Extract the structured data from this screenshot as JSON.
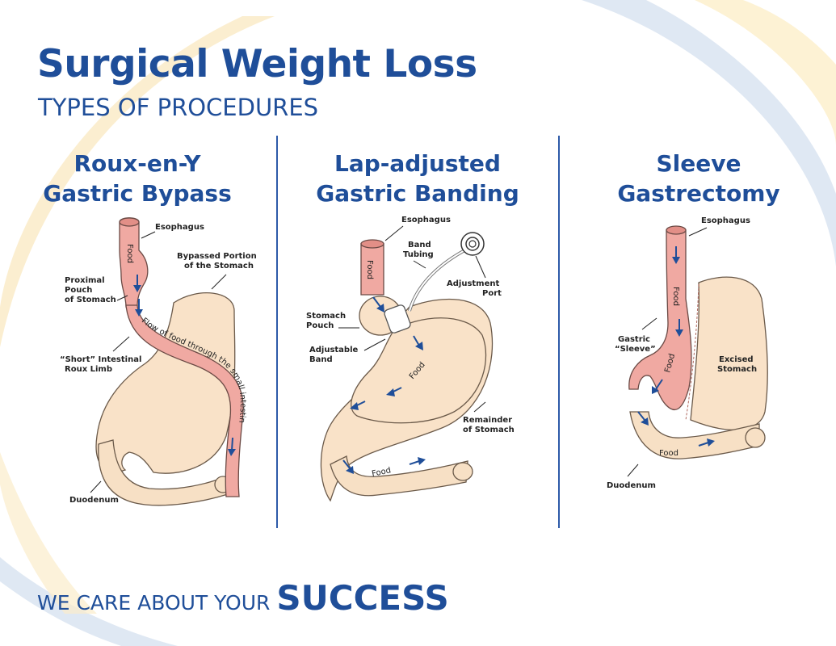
{
  "header": {
    "title": "Surgical Weight Loss",
    "subtitle": "TYPES OF PROCEDURES"
  },
  "colors": {
    "brand_blue": "#1f4e99",
    "tissue": "#f9e2c8",
    "bypass_tube": "#f0a9a2"
  },
  "panels": [
    {
      "title": "Roux-en-Y\nGastric Bypass",
      "labels": {
        "esophagus": "Esophagus",
        "bypassed_1": "Bypassed Portion",
        "bypassed_2": "of the Stomach",
        "pouch_1": "Proximal",
        "pouch_2": "Pouch",
        "pouch_3": "of Stomach",
        "roux_1": "“Short” Intestinal",
        "roux_2": "Roux Limb",
        "duodenum": "Duodenum",
        "food": "Food",
        "flow": "Flow of food through the small intestine"
      }
    },
    {
      "title": "Lap-adjusted\nGastric Banding",
      "labels": {
        "esophagus": "Esophagus",
        "tubing_1": "Band",
        "tubing_2": "Tubing",
        "port_1": "Adjustment",
        "port_2": "Port",
        "pouch_1": "Stomach",
        "pouch_2": "Pouch",
        "band_1": "Adjustable",
        "band_2": "Band",
        "remainder_1": "Remainder",
        "remainder_2": "of Stomach",
        "food": "Food"
      }
    },
    {
      "title": "Sleeve\nGastrectomy",
      "labels": {
        "esophagus": "Esophagus",
        "sleeve_1": "Gastric",
        "sleeve_2": "“Sleeve”",
        "excised_1": "Excised",
        "excised_2": "Stomach",
        "duodenum": "Duodenum",
        "food": "Food"
      }
    }
  ],
  "footer": {
    "prefix": "WE CARE ABOUT YOUR",
    "emphasis": "SUCCESS"
  }
}
